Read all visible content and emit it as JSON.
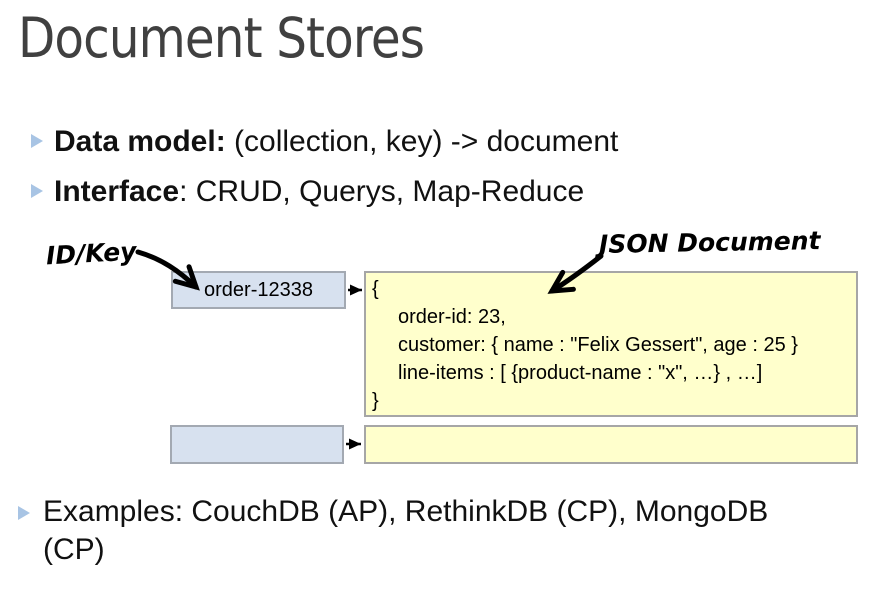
{
  "title": "Document Stores",
  "bullets": {
    "b1_bold": "Data model:",
    "b1_rest": " (collection, key) -> document",
    "b2_bold": "Interface",
    "b2_rest": ": CRUD, Querys, Map-Reduce",
    "examples_line1": "Examples: CouchDB (AP), RethinkDB (CP), MongoDB",
    "examples_line2": "(CP)"
  },
  "diagram": {
    "id_key_label": "ID/Key",
    "json_doc_label": "JSON Document",
    "key_value": "order-12338",
    "doc_lines": [
      "{",
      "order-id: 23,",
      "customer: { name : \"Felix Gessert\", age : 25 }",
      "line-items : [ {product-name : \"x\", …} , …]",
      "}"
    ]
  },
  "colors": {
    "title_text": "#404040",
    "body_text": "#111111",
    "bullet_triangle": "#a8c4e4",
    "key_box_fill": "#d7e1ef",
    "key_box_border": "#a3a9b2",
    "doc_box_fill": "#ffffcc",
    "doc_box_border": "#a6a6a6",
    "arrow": "#000000"
  }
}
